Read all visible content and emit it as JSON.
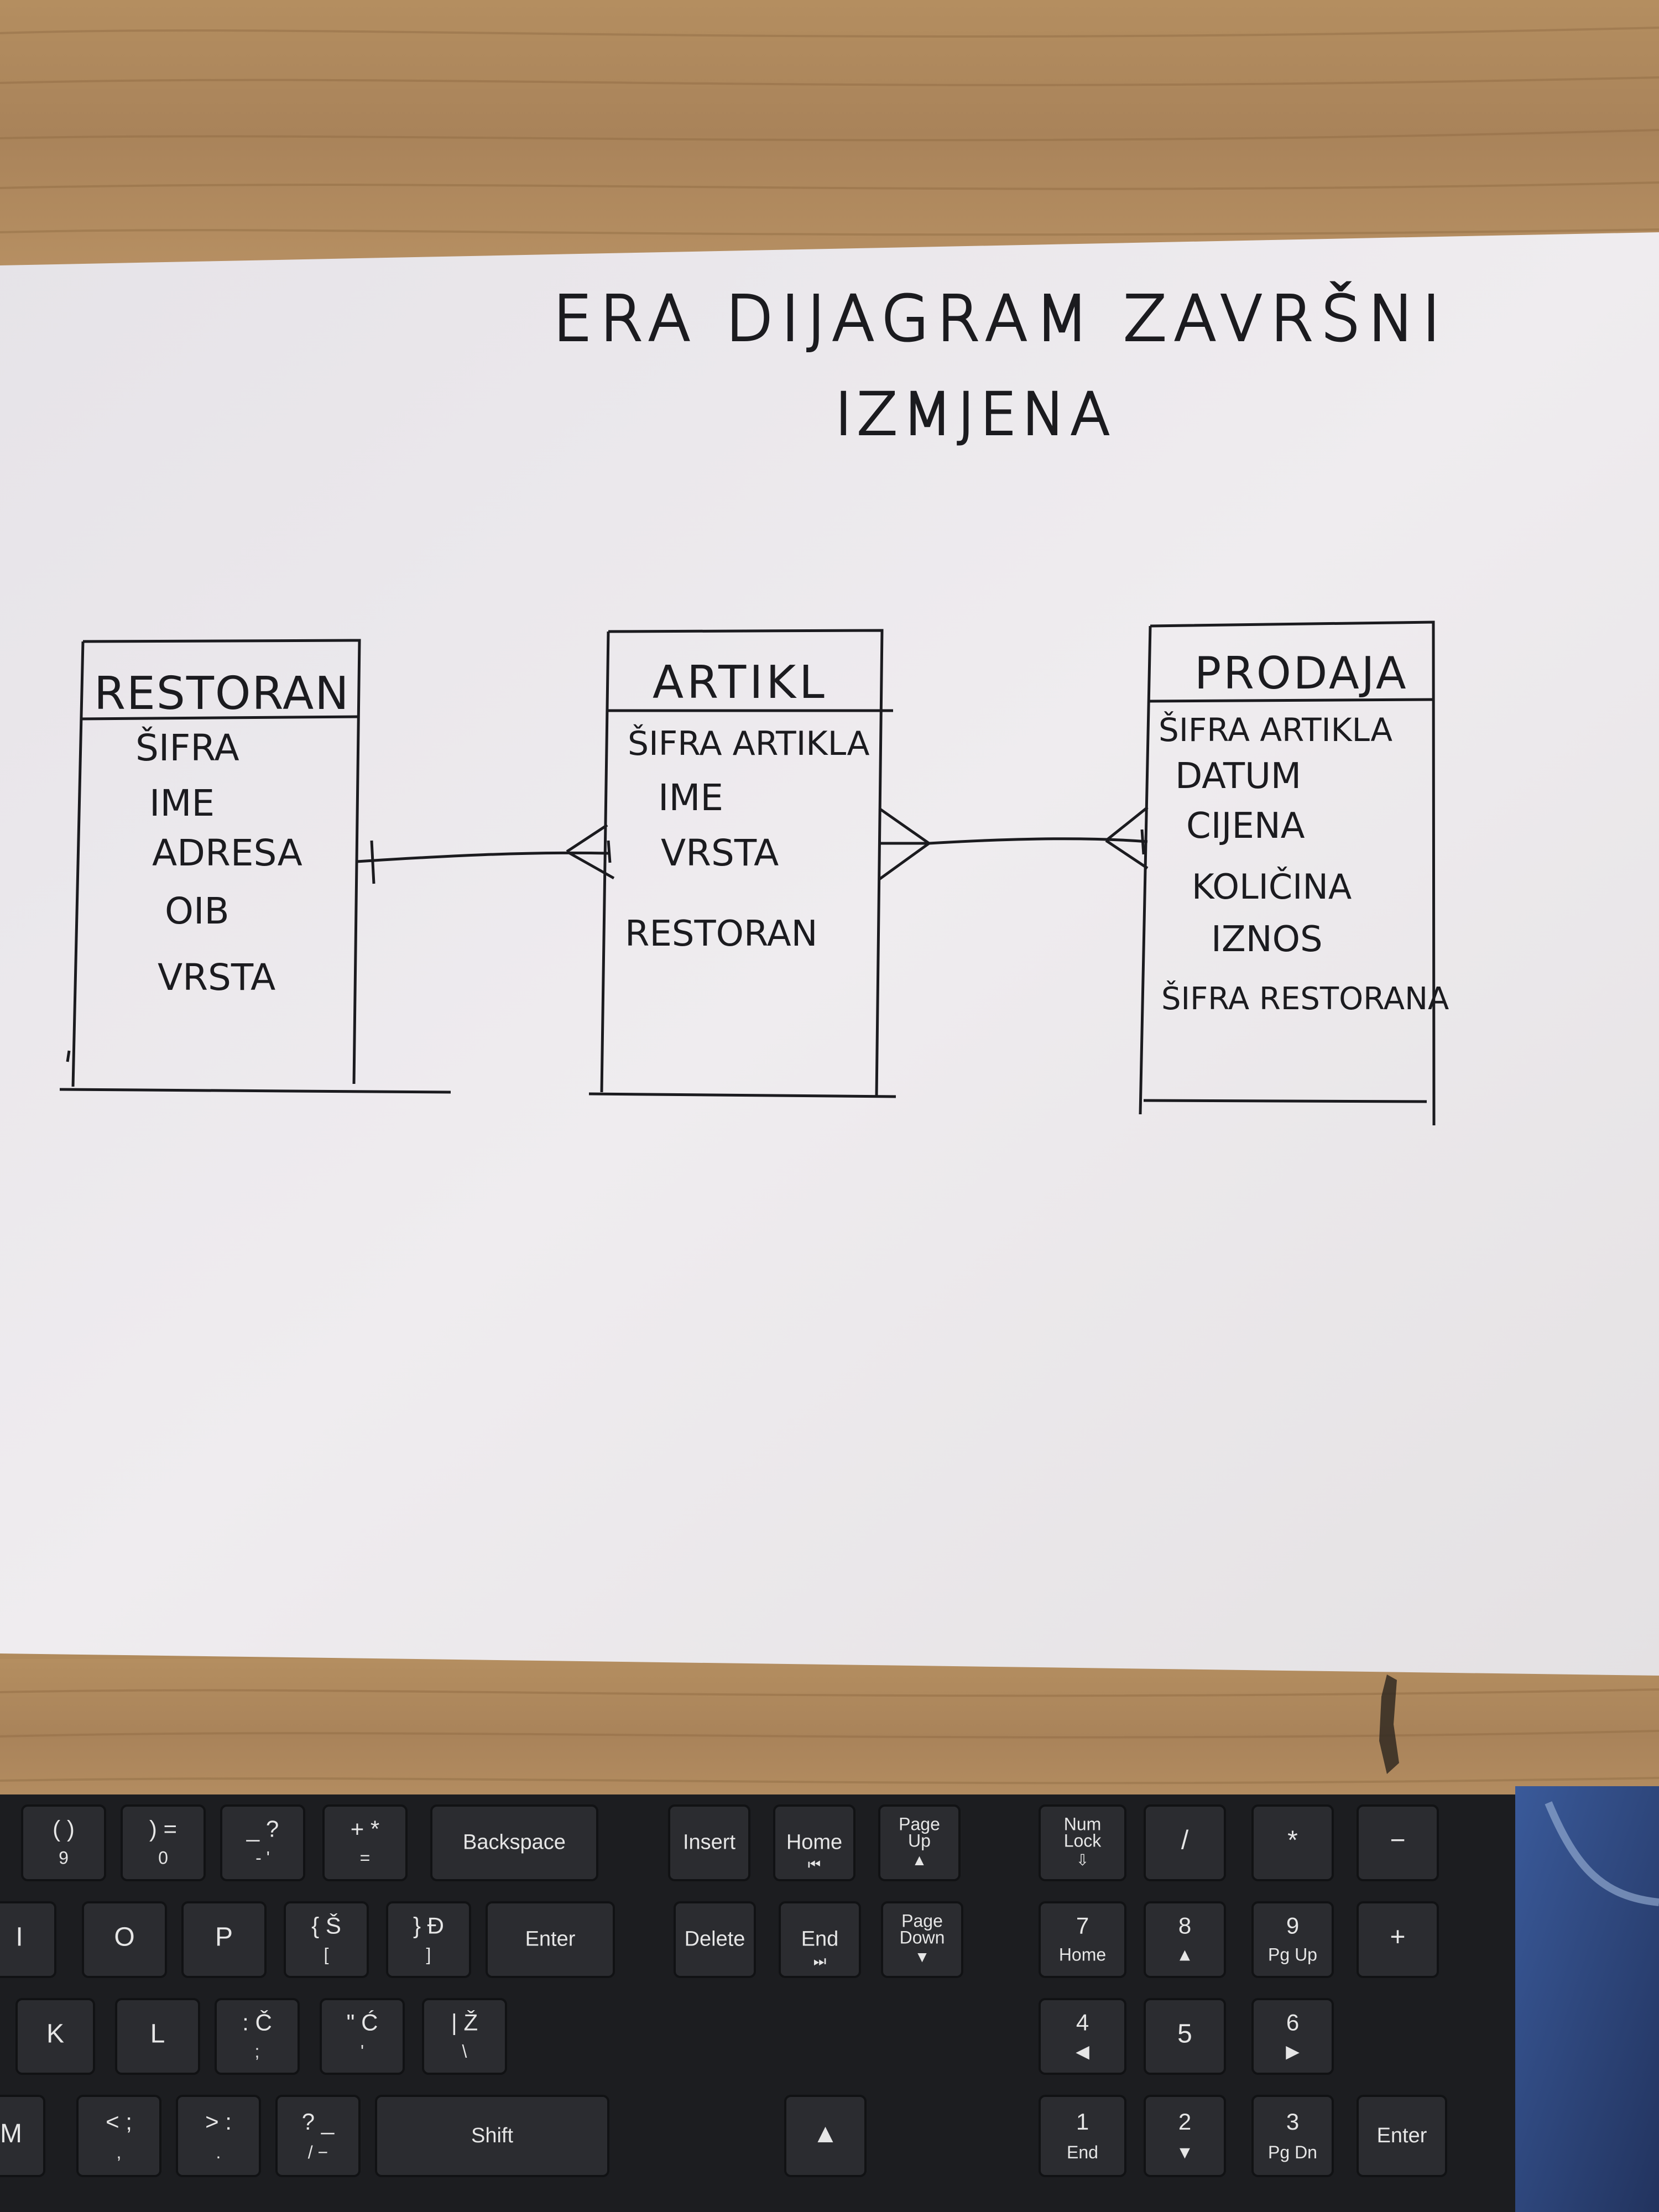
{
  "colors": {
    "wood": "#b08a5c",
    "wood_dark": "#8f6a42",
    "paper": "#ece9ec",
    "ink": "#1b1b1f",
    "keyboard": "#1c1d20",
    "key": "#2b2c30",
    "key_text": "#e6e6e6",
    "mousepad": "#2a3a66"
  },
  "page": {
    "title_line1": "ERA DIJAGRAM ZAVRŠNI",
    "title_line2": "IZMJENA"
  },
  "entities": [
    {
      "name": "RESTORAN",
      "attributes": [
        "ŠIFRA",
        "IME",
        "ADRESA",
        "OIB",
        "VRSTA"
      ]
    },
    {
      "name": "ARTIKL",
      "attributes": [
        "ŠIFRA ARTIKLA",
        "IME",
        "VRSTA",
        "RESTORAN"
      ]
    },
    {
      "name": "PRODAJA",
      "attributes": [
        "ŠIFRA ARTIKLA",
        "DATUM",
        "CIJENA",
        "KOLIČINA",
        "IZNOS",
        "ŠIFRA RESTORANA"
      ]
    }
  ],
  "relationships": [
    {
      "from": "RESTORAN",
      "to": "ARTIKL",
      "from_end": "one",
      "to_end": "many"
    },
    {
      "from": "ARTIKL",
      "to": "PRODAJA",
      "from_end": "many",
      "to_end": "many"
    }
  ],
  "keyboard": {
    "row1": [
      {
        "top": "( )",
        "bottom": "9"
      },
      {
        "top": ") =",
        "bottom": "0"
      },
      {
        "top": "_ ?",
        "bottom": "- '"
      },
      {
        "top": "+ *",
        "bottom": "="
      },
      {
        "label": "Backspace"
      },
      {
        "label": "Insert"
      },
      {
        "label": "Home",
        "sub": "⏮"
      },
      {
        "label": "Page",
        "label2": "Up",
        "sub": "▲"
      },
      {
        "label": "Num",
        "label2": "Lock",
        "sub": "⇩"
      },
      {
        "label": "/"
      },
      {
        "label": "*"
      },
      {
        "label": "−"
      }
    ],
    "row2": [
      {
        "label": "I"
      },
      {
        "label": "O"
      },
      {
        "label": "P"
      },
      {
        "top": "{ Š",
        "bottom": "["
      },
      {
        "top": "} Đ",
        "bottom": "]"
      },
      {
        "label": "Enter"
      },
      {
        "label": "Delete"
      },
      {
        "label": "End",
        "sub": "⏭"
      },
      {
        "label": "Page",
        "label2": "Down",
        "sub": "▼"
      },
      {
        "top": "7",
        "bottom": "Home"
      },
      {
        "top": "8",
        "bottom": "▲"
      },
      {
        "top": "9",
        "bottom": "Pg Up"
      },
      {
        "label": "+"
      }
    ],
    "row3": [
      {
        "label": "K"
      },
      {
        "label": "L"
      },
      {
        "top": ": Č",
        "bottom": ";"
      },
      {
        "top": "\" Ć",
        "bottom": "'"
      },
      {
        "top": "| Ž",
        "bottom": "\\"
      },
      {
        "top": "4",
        "bottom": "◀"
      },
      {
        "label": "5"
      },
      {
        "top": "6",
        "bottom": "▶"
      }
    ],
    "row4": [
      {
        "label": "M"
      },
      {
        "top": "< ;",
        "bottom": ","
      },
      {
        "top": "> :",
        "bottom": "."
      },
      {
        "top": "? _",
        "bottom": "/ −"
      },
      {
        "label": "Shift"
      },
      {
        "label": "▲"
      },
      {
        "top": "1",
        "bottom": "End"
      },
      {
        "top": "2",
        "bottom": "▼"
      },
      {
        "top": "3",
        "bottom": "Pg Dn"
      },
      {
        "label": "Enter"
      }
    ]
  }
}
